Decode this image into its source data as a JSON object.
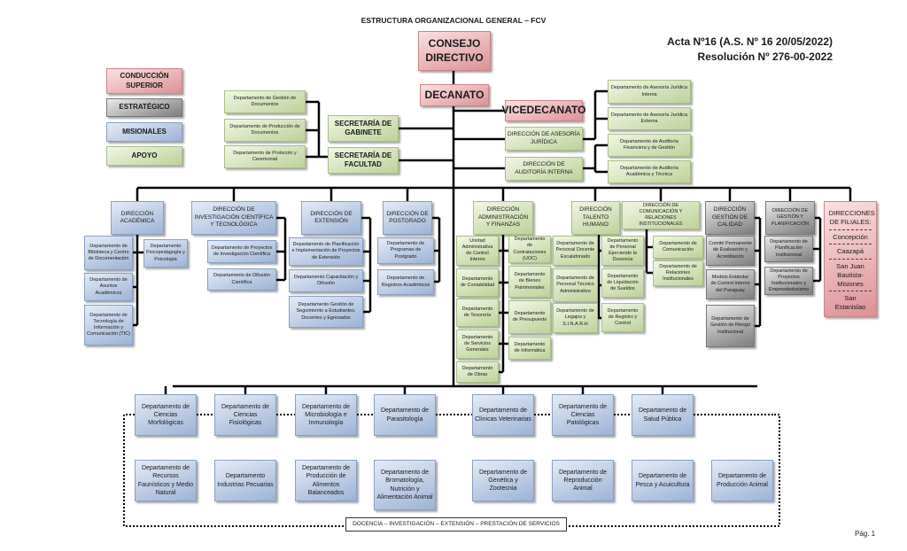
{
  "title": "ESTRUCTURA ORGANIZACIONAL GENERAL – FCV",
  "acta": "Acta Nº16 (A.S. Nº 16 20/05/2022)",
  "resolucion": "Resolución Nº 276-00-2022",
  "page": "Pág. 1",
  "legend": [
    "CONDUCCIÓN SUPERIOR",
    "ESTRATÉGICO",
    "MISIONALES",
    "APOYO"
  ],
  "colors": {
    "conduccion": "#dc9297",
    "estrategico": "#7d7d7d",
    "misionales": "#9db3d6",
    "apoyo": "#bdd29a"
  },
  "consejo": "CONSEJO DIRECTIVO",
  "decanato": "DECANATO",
  "vicedecanato": "VICEDECANATO",
  "secretarias": [
    "SECRETARÍA DE GABINETE",
    "SECRETARÍA DE FACULTAD"
  ],
  "sec_depts": [
    "Departamento de Gestión de Documentos",
    "Departamento de Producción de Documentos",
    "Departamento de Protocolo y Ceremonial"
  ],
  "staff": [
    "DIRECCIÓN DE ASESORÍA JURÍDICA",
    "DIRECCIÓN DE AUDITORÍA INTERNA"
  ],
  "staff_depts": [
    "Departamento de Asesoría Jurídica Interna",
    "Departamento de Asesoría Jurídica Externa",
    "Departamento de Auditoría Financiera y de Gestión",
    "Departamento de Auditoría Académica y Técnica"
  ],
  "direcciones": [
    {
      "label": "DIRECCIÓN ACADÉMICA",
      "departments": [
        "Departamento de Biblioteca y Centro de Documentación",
        "Departamento de Asuntos Académicos",
        "Departamento de Tecnología de Información y Comunicación (TIC)",
        "Departamento Psicopedagogía y Psicología"
      ]
    },
    {
      "label": "DIRECCIÓN DE INVESTIGACIÓN CIENTÍFICA Y TECNOLÓGICA",
      "departments": [
        "Departamento de Proyectos de Investigación Científica",
        "Departamento de Difusión Científica"
      ]
    },
    {
      "label": "DIRECCIÓN DE EXTENSIÓN",
      "departments": [
        "Departamento de Planificación e Implementación de Proyectos de Extensión",
        "Departamento Capacitación y Difusión",
        "Departamento Gestión de Seguimiento a Estudiantes, Docentes y Egresados"
      ]
    },
    {
      "label": "DIRECCIÓN DE POSTGRADO",
      "departments": [
        "Departamento de Programas de Postgrado",
        "Departamento de Registros Académicos"
      ]
    },
    {
      "label": "DIRECCIÓN ADMINISTRACIÓN Y FINANZAS",
      "departments": [
        "Unidad Administrativa de Control Interno",
        "Departamento de Contabilidad",
        "Departamento de Tesorería",
        "Departamento de Servicios Generales",
        "Departamento de Obras",
        "Departamento de Contrataciones (UOC)",
        "Departamento de Bienes Patrimoniales",
        "Departamento de Presupuesto",
        "Departamento de Informática"
      ]
    },
    {
      "label": "DIRECCIÓN TALENTO HUMANO",
      "departments": [
        "Departamento de Personal Docente Escalafonado",
        "Departamento de Personal Técnico Administrativo",
        "Departamento de Legajos y S.I.N.A.R.H",
        "Departamento de Personal Ejerciendo la Docencia",
        "Departamento de Liquidación de Sueldos",
        "Departamento de Registro y Control"
      ]
    },
    {
      "label": "DIRECCIÓN DE COMUNICACIÓN Y RELACIONES INSTITUCIONALES",
      "departments": [
        "Departamento de Comunicación",
        "Departamento de Relaciones Institucionales"
      ]
    },
    {
      "label": "DIRECCIÓN GESTIÓN DE CALIDAD",
      "departments": [
        "Comité Permanente de Evaluación y Acreditación",
        "Modelo Estándar de Control Interno del Paraguay",
        "Departamento de Gestión de Riesgo Institucional"
      ]
    },
    {
      "label": "DIRECCIÓN DE GESTIÓN Y PLANIFICACIÓN",
      "departments": [
        "Departamento de Planificación Institucional",
        "Departamento de Proyectos Institucionales y Emprendedurismo"
      ]
    }
  ],
  "filiales": {
    "title": "DIRECCIONES DE FILIALES:",
    "items": [
      "Concepción",
      "Caazapá",
      "San Juan Bautista-Misiones",
      "San Estanislao"
    ]
  },
  "carreras_row1": [
    "Departamento de Ciencias Morfológicas",
    "Departamento de Ciencias Fisiológicas",
    "Departamento de Microbiología e Inmunología",
    "Departamento de Parasitología",
    "Departamento de Clínicas Veterinarias",
    "Departamento de Ciencias Patológicas",
    "Departamento de Salud Pública"
  ],
  "carreras_row2": [
    "Departamento de Recursos Faunísticos y Medio Natural",
    "Departamento Industrias Pecuarias",
    "Departamento de Producción de Alimentos Balanceados",
    "Departamento de Bromatología, Nutrición y Alimentación Animal",
    "Departamento de Genética y Zootecnia",
    "Departamento de Reproducción Animal",
    "Departamento de Pesca y Acuicultura",
    "Departamento de Producción Animal"
  ],
  "footer_label": "DOCENCIA – INVESTIGACIÓN – EXTENSIÓN – PRESTACIÓN DE SERVICIOS"
}
